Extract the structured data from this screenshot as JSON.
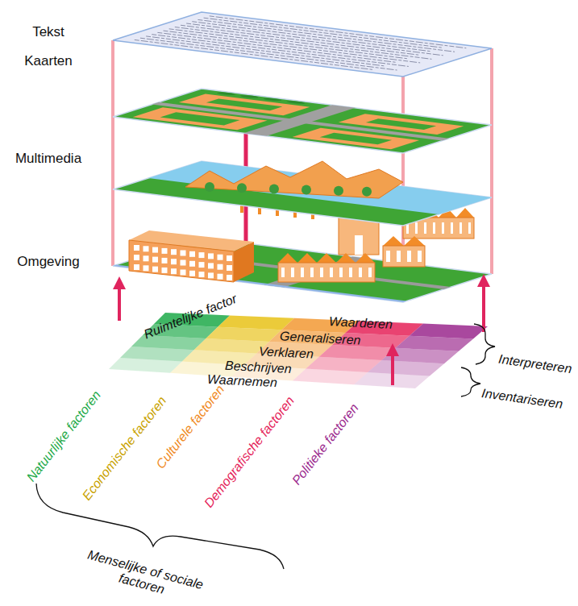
{
  "diagram": {
    "labels": [
      "Tekst",
      "Kaarten",
      "Multimedia",
      "Omgeving",
      "Ruimtelijke factor",
      "Waarderen",
      "Generaliseren",
      "Verklaren",
      "Beschrijven",
      "Waarnemen",
      "Interpreteren",
      "Inventariseren",
      "Natuurlijke factoren",
      "Economische factoren",
      "Culturele factoren",
      "Demografische factoren",
      "Politieke factoren",
      "Menselijke of sociale factoren"
    ]
  }
}
